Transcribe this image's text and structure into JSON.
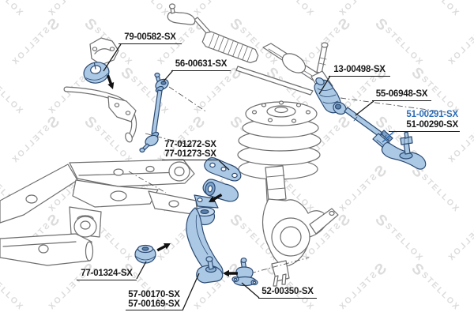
{
  "watermark": {
    "logo_glyph": "S",
    "text": "STELLOX"
  },
  "colors": {
    "background": "#ffffff",
    "line_art": "#6e6e6e",
    "part_highlight_fill": "#abc8e4",
    "part_highlight_stroke": "#2b4a73",
    "label_text": "#1a1a1a",
    "label_highlight_text": "#2a6cb5",
    "watermark_text": "#dcdcdc"
  },
  "labels": {
    "stabilizer_bushing": "79-00582-SX",
    "stabilizer_link": "56-00631-SX",
    "steering_rack_boot": "13-00498-SX",
    "axial_rod": "55-06948-SX",
    "tie_rod_end_highlighted": "51-00291-SX",
    "tie_rod_end_alt": "51-00290-SX",
    "control_arm_bushing_a": "77-01272-SX",
    "control_arm_bushing_b": "77-01273-SX",
    "subframe_bushing": "77-01324-SX",
    "control_arm_a": "57-00170-SX",
    "control_arm_b": "57-00169-SX",
    "ball_joint": "52-00350-SX"
  }
}
